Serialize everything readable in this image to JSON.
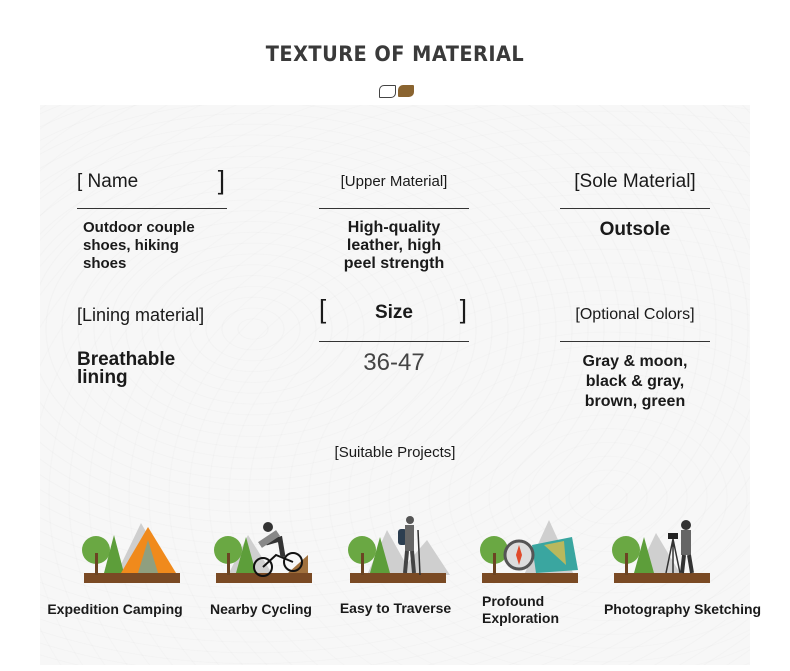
{
  "title": "TEXTURE OF MATERIAL",
  "specs": [
    {
      "label": "[ Name",
      "close_bracket": "]",
      "value": "Outdoor couple shoes, hiking shoes"
    },
    {
      "label": "[Upper Material]",
      "value": "High-quality leather, high peel strength"
    },
    {
      "label": "[Sole Material]",
      "value": "Outsole"
    },
    {
      "label": "[Lining material]",
      "value": "Breathable lining"
    },
    {
      "open_bracket": "[",
      "label": "Size",
      "close_bracket": "]",
      "value": "36-47"
    },
    {
      "label": "[Optional Colors]",
      "value": "Gray & moon, black & gray, brown, green"
    }
  ],
  "projects_heading": "[Suitable Projects]",
  "projects": [
    {
      "label": "Expedition Camping",
      "icon": "tent-icon"
    },
    {
      "label": "Nearby Cycling",
      "icon": "cyclist-icon"
    },
    {
      "label": "Easy to Traverse",
      "icon": "hiker-icon"
    },
    {
      "label": "Profound Exploration",
      "icon": "compass-map-icon"
    },
    {
      "label": "Photography Sketching",
      "icon": "photographer-icon"
    }
  ],
  "colors": {
    "accent": "#8a6430",
    "tent": "#f08a1c",
    "tree": "#6aa843",
    "ground": "#7a4a24"
  }
}
